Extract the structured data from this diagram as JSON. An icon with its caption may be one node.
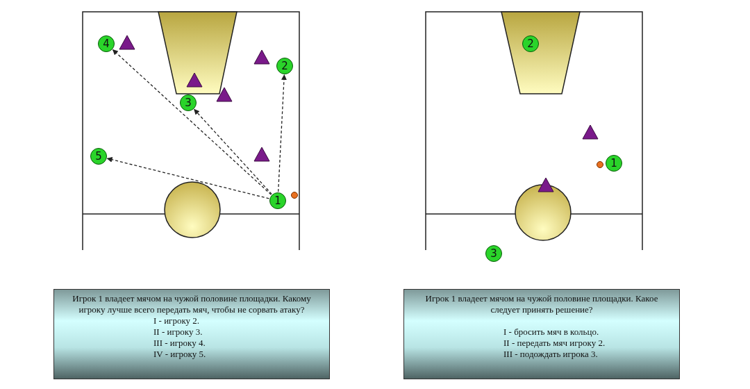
{
  "diagram": {
    "nodes": [
      {
        "text": [
          "4"
        ]
      },
      {
        "text": [
          "2"
        ]
      },
      {
        "text": [
          "3"
        ]
      },
      {
        "text": [
          "5"
        ]
      },
      {
        "text": [
          "1"
        ]
      },
      {
        "text": [
          "Игрок 1 владеет мячом на чужой половине площадки. Какому игроку лучше всего передать мяч, чтобы не сорвать атаку?",
          "I - игроку 2.",
          "II - игроку 3.",
          "III - игроку 4.",
          "IV - игроку 5."
        ]
      },
      {
        "text": [
          "2"
        ]
      },
      {
        "text": [
          "1"
        ]
      },
      {
        "text": [
          "3"
        ]
      },
      {
        "text": [
          "Игрок 1 владеет мячом на чужой половине площадки. Какое следует принять решение?",
          "I - бросить мяч в кольцо.",
          "II - передать мяч игроку 2.",
          "III - подождать игрока 3."
        ]
      }
    ],
    "edges": [
      {
        "from": 4,
        "to": 0,
        "arrow": "to",
        "style": "dashed"
      },
      {
        "from": 4,
        "to": 2,
        "arrow": "to",
        "style": "dashed"
      },
      {
        "from": 4,
        "to": 3,
        "arrow": "to",
        "style": "dashed"
      },
      {
        "from": 4,
        "to": 1,
        "arrow": "to",
        "style": "dashed"
      }
    ]
  }
}
